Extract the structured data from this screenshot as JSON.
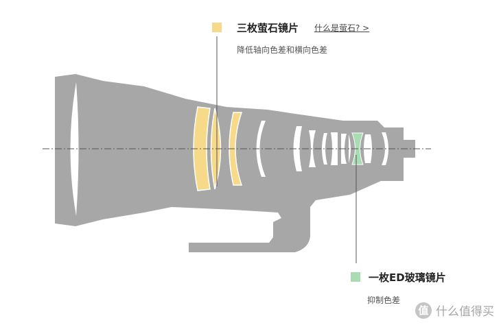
{
  "legend_fluorite": {
    "title": "三枚萤石镜片",
    "link": "什么是萤石? >",
    "subtitle": "降低轴向色差和横向色差",
    "swatch_color": "#f7d98a"
  },
  "legend_ed": {
    "title": "一枚ED玻璃镜片",
    "subtitle": "抑制色差",
    "swatch_color": "#a9dcb3"
  },
  "colors": {
    "body": "#a7a7a7",
    "element": "#ffffff",
    "fluorite": "#f7d98a",
    "ed": "#a9dcb3",
    "leader": "#555555",
    "axis": "#555555"
  },
  "watermark": {
    "logo_char": "值",
    "text": "什么值得买"
  }
}
